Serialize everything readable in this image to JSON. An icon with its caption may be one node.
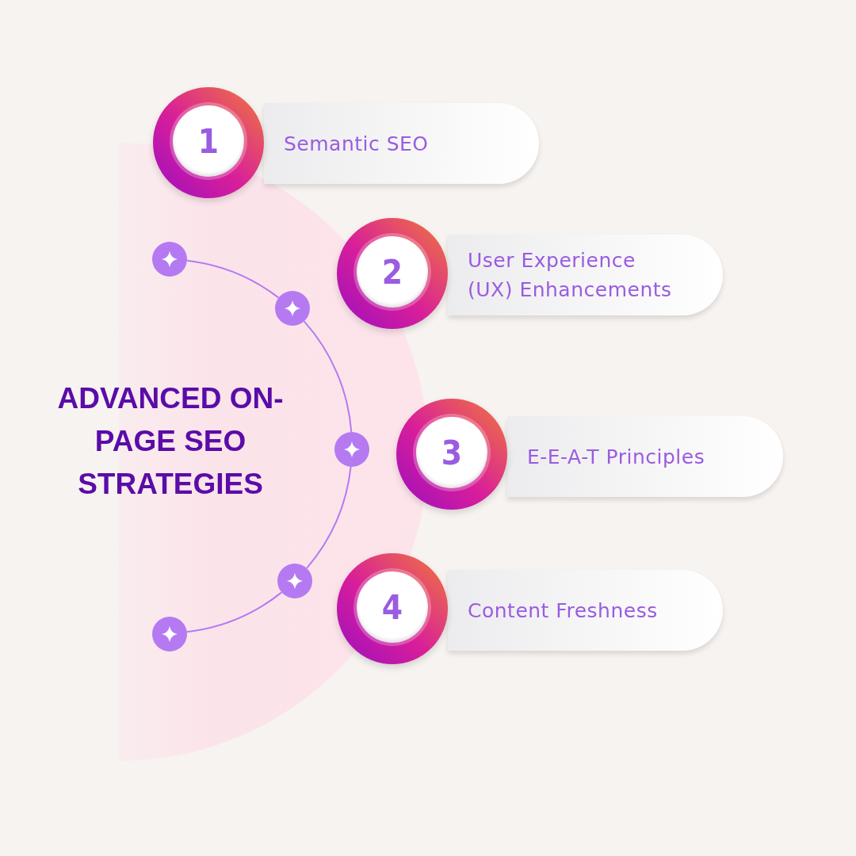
{
  "diagram": {
    "title": "ADVANCED ON-PAGE SEO STRATEGIES",
    "nodes": [
      {
        "text": [
          "1"
        ]
      },
      {
        "text": [
          "Semantic SEO"
        ]
      },
      {
        "text": [
          "2"
        ]
      },
      {
        "text": [
          "User Experience (UX) Enhancements"
        ]
      },
      {
        "text": [
          "3"
        ]
      },
      {
        "text": [
          "E-E-A-T Principles"
        ]
      },
      {
        "text": [
          "4"
        ]
      },
      {
        "text": [
          "Content Freshness"
        ]
      },
      {
        "text": [],
        "shape": "circle"
      },
      {
        "text": [],
        "shape": "circle"
      },
      {
        "text": [],
        "shape": "circle"
      },
      {
        "text": [],
        "shape": "circle"
      },
      {
        "text": [],
        "shape": "circle"
      }
    ],
    "edges": [
      {
        "from": 8,
        "to": 9,
        "arrow": "none"
      },
      {
        "from": 9,
        "to": 10,
        "arrow": "none"
      },
      {
        "from": 10,
        "to": 11,
        "arrow": "none"
      },
      {
        "from": 11,
        "to": 12,
        "arrow": "none"
      }
    ]
  }
}
